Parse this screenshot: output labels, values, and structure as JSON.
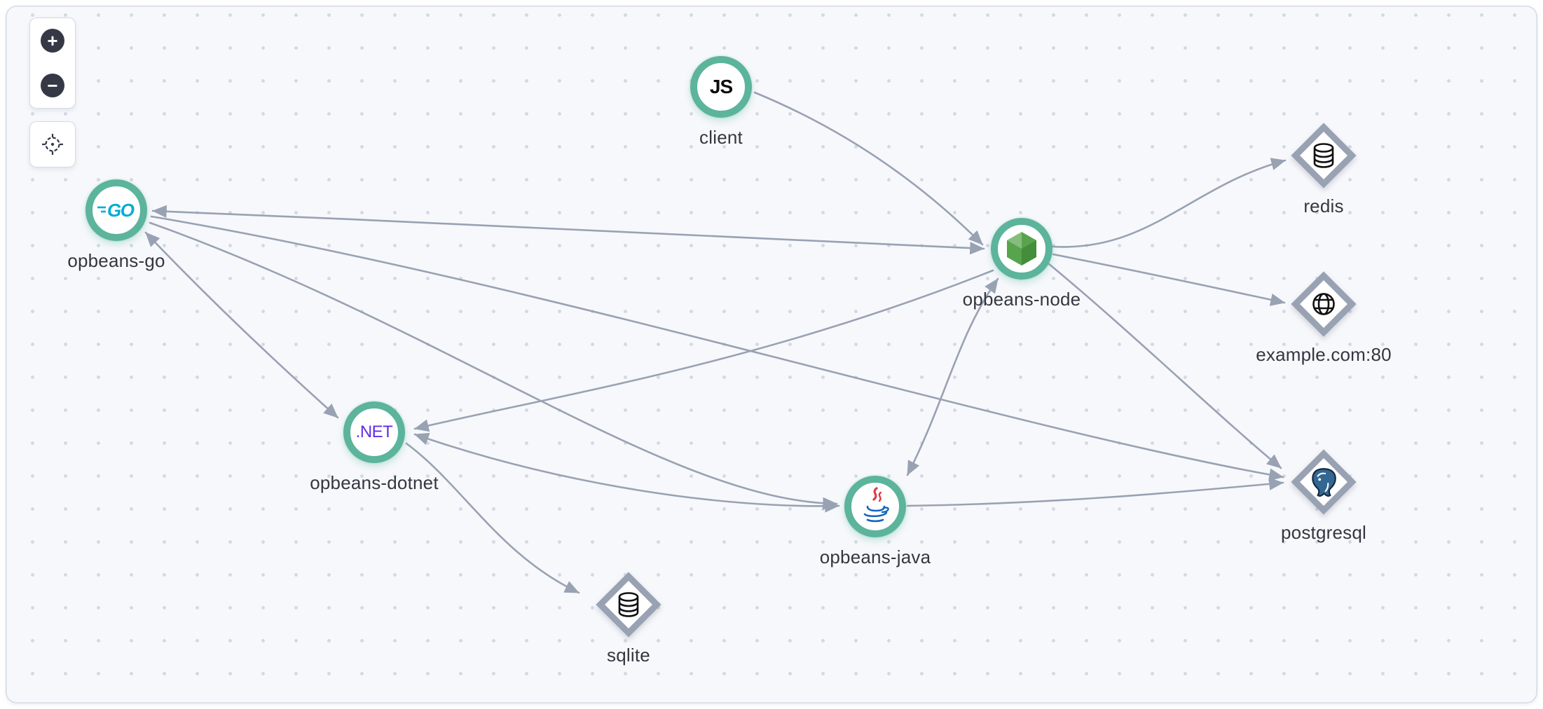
{
  "panel": {
    "type": "service-map"
  },
  "controls": {
    "zoom_in_glyph": "+",
    "zoom_out_glyph": "−",
    "icons": {
      "zoom_in": "plus-icon",
      "zoom_out": "minus-icon",
      "center": "crosshair-icon"
    }
  },
  "map": {
    "nodes": [
      {
        "id": "client",
        "label": "client",
        "kind": "service",
        "shape": "circle",
        "icon": "js-icon"
      },
      {
        "id": "opbeans-go",
        "label": "opbeans-go",
        "kind": "service",
        "shape": "circle",
        "icon": "go-icon"
      },
      {
        "id": "opbeans-node",
        "label": "opbeans-node",
        "kind": "service",
        "shape": "circle",
        "icon": "nodejs-icon"
      },
      {
        "id": "opbeans-dotnet",
        "label": "opbeans-dotnet",
        "kind": "service",
        "shape": "circle",
        "icon": "dotnet-icon"
      },
      {
        "id": "opbeans-java",
        "label": "opbeans-java",
        "kind": "service",
        "shape": "circle",
        "icon": "java-icon"
      },
      {
        "id": "redis",
        "label": "redis",
        "kind": "dependency",
        "shape": "diamond",
        "icon": "database-icon"
      },
      {
        "id": "example.com:80",
        "label": "example.com:80",
        "kind": "dependency",
        "shape": "diamond",
        "icon": "globe-icon"
      },
      {
        "id": "postgresql",
        "label": "postgresql",
        "kind": "dependency",
        "shape": "diamond",
        "icon": "postgresql-icon"
      },
      {
        "id": "sqlite",
        "label": "sqlite",
        "kind": "dependency",
        "shape": "diamond",
        "icon": "database-icon"
      }
    ],
    "edges": [
      {
        "source": "client",
        "target": "opbeans-node",
        "bidirectional": false
      },
      {
        "source": "opbeans-go",
        "target": "opbeans-node",
        "bidirectional": true
      },
      {
        "source": "opbeans-go",
        "target": "opbeans-dotnet",
        "bidirectional": true
      },
      {
        "source": "opbeans-go",
        "target": "opbeans-java",
        "bidirectional": false
      },
      {
        "source": "opbeans-go",
        "target": "postgresql",
        "bidirectional": false
      },
      {
        "source": "opbeans-node",
        "target": "opbeans-java",
        "bidirectional": true
      },
      {
        "source": "opbeans-node",
        "target": "opbeans-dotnet",
        "bidirectional": false
      },
      {
        "source": "opbeans-node",
        "target": "redis",
        "bidirectional": false
      },
      {
        "source": "opbeans-node",
        "target": "example.com:80",
        "bidirectional": false
      },
      {
        "source": "opbeans-node",
        "target": "postgresql",
        "bidirectional": false
      },
      {
        "source": "opbeans-dotnet",
        "target": "opbeans-java",
        "bidirectional": true
      },
      {
        "source": "opbeans-dotnet",
        "target": "sqlite",
        "bidirectional": false
      },
      {
        "source": "opbeans-java",
        "target": "postgresql",
        "bidirectional": false
      }
    ],
    "colors": {
      "service_ring": "#5bb49b",
      "dependency_border": "#98a2b3",
      "edge": "#98a2b3",
      "label": "#343741",
      "go_brand": "#00acd7",
      "nodejs_brand": "#57a44c",
      "dotnet_brand": "#5f2ee5",
      "java_red": "#dd3b44",
      "java_blue": "#1565c0",
      "postgres_brand": "#336791"
    }
  }
}
